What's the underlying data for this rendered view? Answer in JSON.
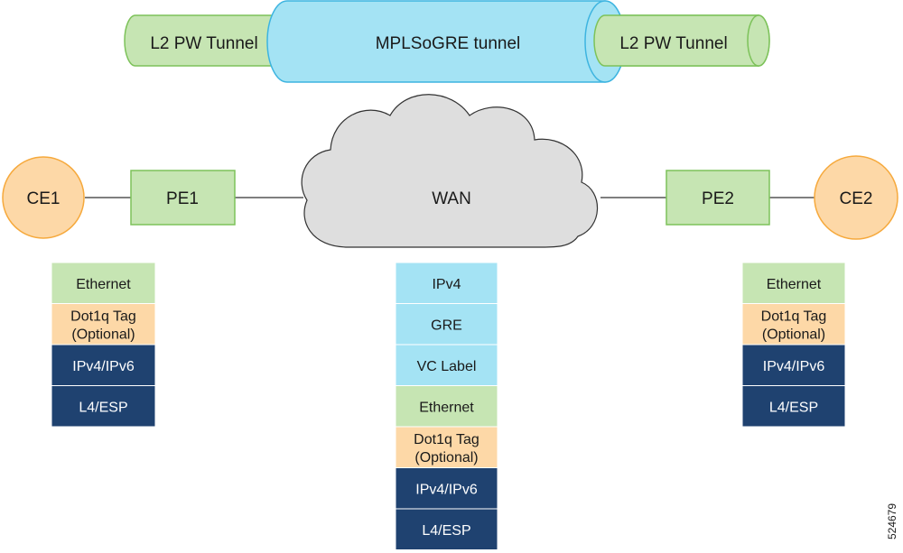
{
  "tunnels": {
    "left": "L2 PW Tunnel",
    "center": "MPLSoGRE tunnel",
    "right": "L2 PW Tunnel"
  },
  "nodes": {
    "ce1": "CE1",
    "pe1": "PE1",
    "wan": "WAN",
    "pe2": "PE2",
    "ce2": "CE2"
  },
  "stacks": {
    "left": [
      {
        "lines": [
          "Ethernet"
        ],
        "color": "#c6e5b3"
      },
      {
        "lines": [
          "Dot1q Tag",
          "(Optional)"
        ],
        "color": "#fdd8a7"
      },
      {
        "lines": [
          "IPv4/IPv6"
        ],
        "color": "#1f4270"
      },
      {
        "lines": [
          "L4/ESP"
        ],
        "color": "#1f4270"
      }
    ],
    "center": [
      {
        "lines": [
          "IPv4"
        ],
        "color": "#a4e3f4"
      },
      {
        "lines": [
          "GRE"
        ],
        "color": "#a4e3f4"
      },
      {
        "lines": [
          "VC Label"
        ],
        "color": "#a4e3f4"
      },
      {
        "lines": [
          "Ethernet"
        ],
        "color": "#c6e5b3"
      },
      {
        "lines": [
          "Dot1q Tag",
          "(Optional)"
        ],
        "color": "#fdd8a7"
      },
      {
        "lines": [
          "IPv4/IPv6"
        ],
        "color": "#1f4270"
      },
      {
        "lines": [
          "L4/ESP"
        ],
        "color": "#1f4270"
      }
    ],
    "right": [
      {
        "lines": [
          "Ethernet"
        ],
        "color": "#c6e5b3"
      },
      {
        "lines": [
          "Dot1q Tag",
          "(Optional)"
        ],
        "color": "#fdd8a7"
      },
      {
        "lines": [
          "IPv4/IPv6"
        ],
        "color": "#1f4270"
      },
      {
        "lines": [
          "L4/ESP"
        ],
        "color": "#1f4270"
      }
    ]
  },
  "colors": {
    "pw_tunnel_fill": "#c6e5b3",
    "pw_tunnel_stroke": "#7dc25a",
    "gre_tunnel_fill": "#a4e3f4",
    "gre_tunnel_stroke": "#3db4e0",
    "ce_fill": "#fdd8a7",
    "ce_stroke": "#f6a93c",
    "pe_fill": "#c6e5b3",
    "pe_stroke": "#7dc25a",
    "cloud_fill": "#dedede",
    "cloud_stroke": "#333333",
    "dark_layer": "#1f4270"
  },
  "figure_id": "524679"
}
